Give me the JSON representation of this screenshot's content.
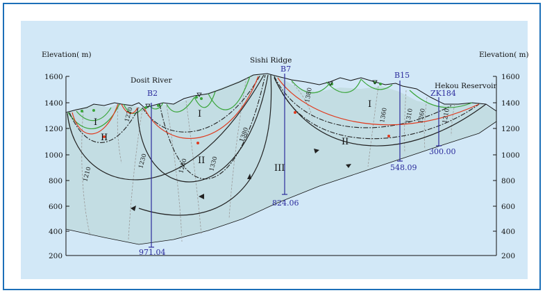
{
  "axis": {
    "left_title": "Elevation( m)",
    "right_title": "Elevation( m)",
    "ticks": [
      "1600",
      "1400",
      "1200",
      "1000",
      "800",
      "600",
      "400",
      "200"
    ]
  },
  "places": {
    "dosit_river": "Dosit River",
    "sishi_ridge": "Sishi Ridge",
    "hekou_reservoir": "Hekou Reservoir"
  },
  "boreholes": [
    {
      "name": "B2",
      "depth": "971.04"
    },
    {
      "name": "B7",
      "depth": "824.06"
    },
    {
      "name": "B15",
      "depth": "548.09"
    },
    {
      "name": "ZK184",
      "depth": "300.00"
    }
  ],
  "zones": [
    "I",
    "II",
    "III"
  ],
  "isolines": [
    "1210",
    "1220",
    "1230",
    "1280",
    "1330",
    "1380",
    "1380",
    "1360",
    "1310",
    "1260",
    "1210"
  ],
  "colors": {
    "frame": "#1c6fb8",
    "panel": "#d2e8f7",
    "groundwater": "#c3dde3",
    "local_flow": "#3aa53a",
    "regional_flow": "#e03a1e",
    "borehole": "#2b2b9c"
  }
}
